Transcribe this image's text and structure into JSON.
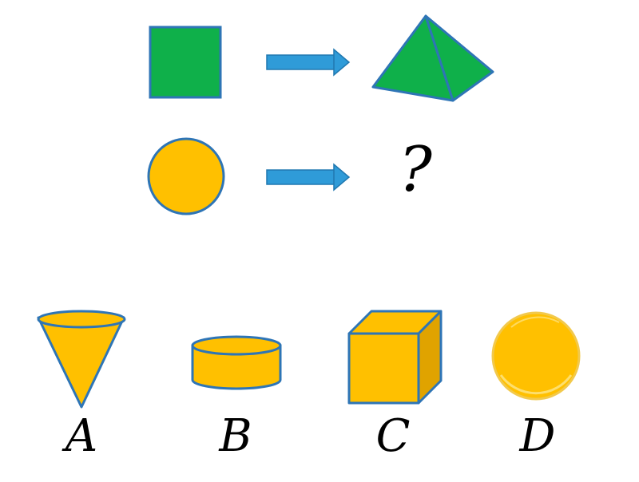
{
  "question": {
    "unknown_mark": "?"
  },
  "options": [
    {
      "letter": "A",
      "shape": "cone"
    },
    {
      "letter": "B",
      "shape": "cylinder"
    },
    {
      "letter": "C",
      "shape": "cube"
    },
    {
      "letter": "D",
      "shape": "sphere"
    }
  ],
  "colors": {
    "green_fill": "#0fb04a",
    "yellow_fill": "#ffc000",
    "yellow_shade": "#e0a300",
    "outline_blue": "#2e75b6",
    "arrow_blue": "#2f9bd8"
  }
}
